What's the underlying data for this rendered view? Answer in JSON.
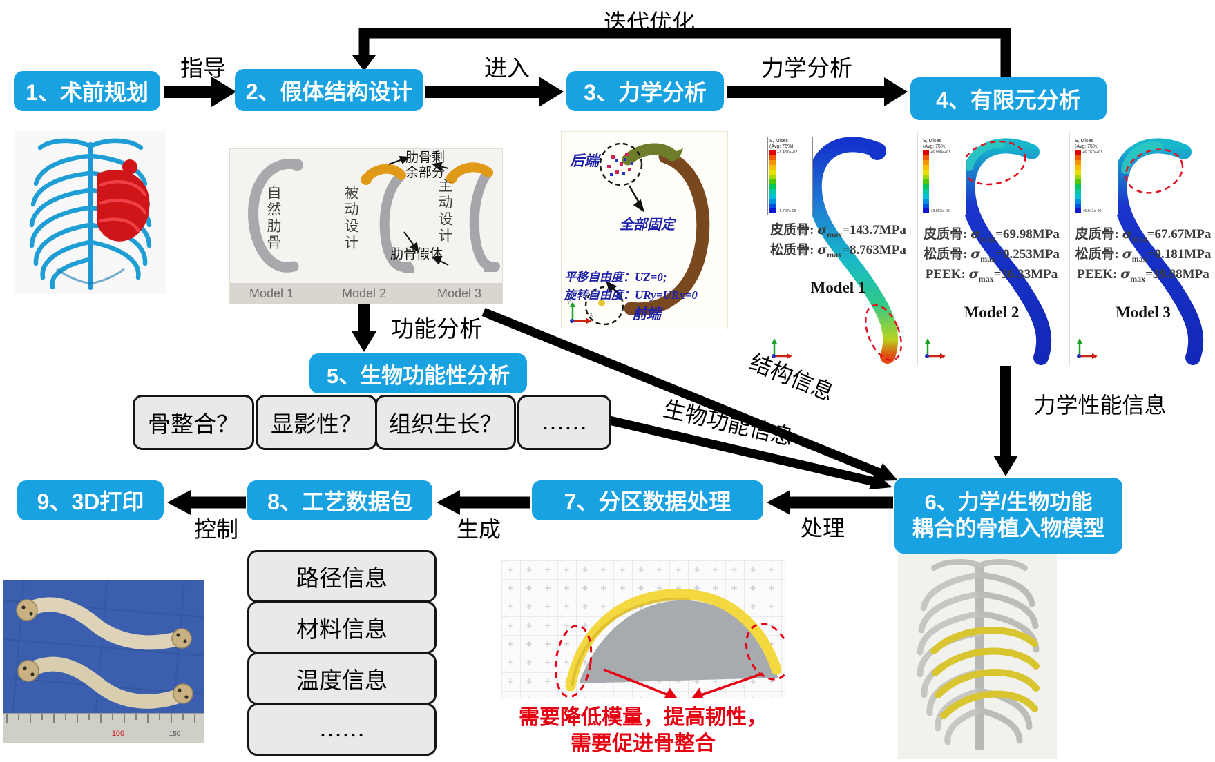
{
  "colors": {
    "box_blue": "#18a2e2",
    "arrow_black": "#000000",
    "note_red": "#e60012",
    "gray_box_bg": "#e9e9e9",
    "highlight_red": "#cf1518",
    "implant_yellow": "#d8c530"
  },
  "boxes": {
    "b1": "1、术前规划",
    "b2": "2、假体结构设计",
    "b3": "3、力学分析",
    "b4": "4、有限元分析",
    "b5": "5、生物功能性分析",
    "b6_line1": "6、力学/生物功能",
    "b6_line2": "耦合的骨植入物模型",
    "b7": "7、分区数据处理",
    "b8": "8、工艺数据包",
    "b9": "9、3D打印"
  },
  "edges": {
    "guide": "指导",
    "enter": "进入",
    "mech": "力学分析",
    "iterate": "迭代优化",
    "func": "功能分析",
    "mech_info": "力学性能信息",
    "struct_info": "结构信息",
    "bio_info": "生物功能信息",
    "process": "处理",
    "generate": "生成",
    "control": "控制"
  },
  "bio_questions": [
    "骨整合？",
    "显影性？",
    "组织生长？",
    "……"
  ],
  "package_items": [
    "路径信息",
    "材料信息",
    "温度信息",
    "……"
  ],
  "design_panel": {
    "rib_natural": "自然肋骨",
    "rib_passive": "被动设计",
    "rib_active": "主动设计",
    "ann_remaining_1": "肋骨剩",
    "ann_remaining_2": "余部分",
    "ann_prosthesis": "肋骨假体",
    "model_labels": [
      "Model 1",
      "Model 2",
      "Model 3"
    ]
  },
  "bc_panel": {
    "rear": "后端",
    "fixed_all": "全部固定",
    "translation": "平移自由度：UZ=0;",
    "rotation": "旋转自由度：URy=URx=0",
    "front": "前端"
  },
  "fea": {
    "legend_title": "S, Mises",
    "legend_sub": "(Avg: 75%)",
    "sigma": "σ",
    "sigma_sub": "max",
    "panels": [
      {
        "model": "Model 1",
        "legend_max": "+1.437e+02",
        "legend_min": "+1.707e-05",
        "lines": [
          {
            "name": "皮质骨: ",
            "value": "=143.7MPa"
          },
          {
            "name": "松质骨: ",
            "value": "=8.763MPa"
          }
        ]
      },
      {
        "model": "Model 2",
        "legend_max": "+6.998e+01",
        "legend_min": "+3.853e-05",
        "lines": [
          {
            "name": "皮质骨: ",
            "value": "=69.98MPa"
          },
          {
            "name": "松质骨: ",
            "value": "=0.253MPa"
          },
          {
            "name": "PEEK: ",
            "value": "=36.33MPa"
          }
        ]
      },
      {
        "model": "Model 3",
        "legend_max": "+6.767e+01",
        "legend_min": "+6.011e-05",
        "lines": [
          {
            "name": "皮质骨: ",
            "value": "=67.67MPa"
          },
          {
            "name": "松质骨: ",
            "value": "=0.181MPa"
          },
          {
            "name": "PEEK: ",
            "value": "=39.88MPa"
          }
        ]
      }
    ]
  },
  "slicer_notes": {
    "line1": "需要降低模量，提高韧性，",
    "line2": "需要促进骨整合"
  },
  "ruler_marks": {
    "m100": "100",
    "m150": "150"
  }
}
